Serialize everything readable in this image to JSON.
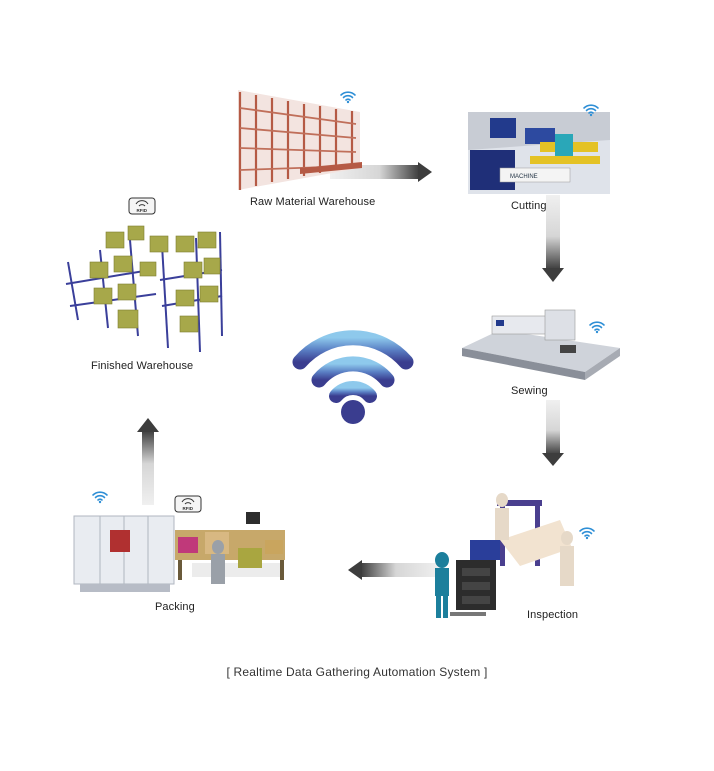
{
  "colors": {
    "wifi_gradient_top": "#8ec9ec",
    "wifi_gradient_bottom": "#3a3d8f",
    "wifi_small": "#2f8fd6",
    "arrow_light": "#e6e6e6",
    "arrow_dark": "#3d3d3d",
    "rack_red": "#b55a45",
    "rack_blue": "#3a3f9a",
    "box_olive": "#a7a84a",
    "machine_blue": "#223a8c"
  },
  "stations": {
    "raw_material": {
      "label": "Raw Material Warehouse"
    },
    "cutting": {
      "label": "Cutting"
    },
    "sewing": {
      "label": "Sewing"
    },
    "inspection": {
      "label": "Inspection"
    },
    "packing": {
      "label": "Packing"
    },
    "finished": {
      "label": "Finished Warehouse"
    }
  },
  "rfid_badge_text": "RFID",
  "caption": "[ Realtime Data Gathering Automation System ]"
}
